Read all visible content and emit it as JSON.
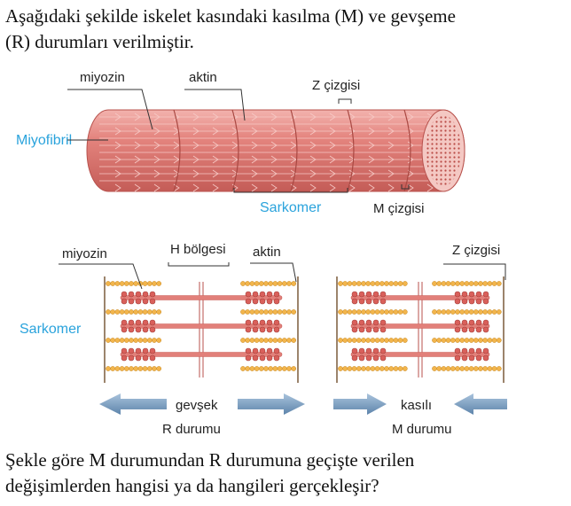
{
  "question": {
    "intro_line1": "Aşağıdaki şekilde iskelet kasındaki kasılma (M) ve gevşeme",
    "intro_line2": "(R) durumları verilmiştir.",
    "question_line1": "Şekle göre M durumundan R durumuna geçişte verilen",
    "question_line2": "değişimlerden hangisi ya da hangileri gerçekleşir?"
  },
  "myofibril_diagram": {
    "label_miyozin": "miyozin",
    "label_aktin": "aktin",
    "label_z_cizgisi": "Z çizgisi",
    "label_miyofibril": "Miyofibril",
    "label_sarkomer": "Sarkomer",
    "label_m_cizgisi": "M çizgisi"
  },
  "sarcomere_diagram": {
    "label_miyozin": "miyozin",
    "label_h_bolgesi": "H bölgesi",
    "label_aktin": "aktin",
    "label_z_cizgisi": "Z çizgisi",
    "label_sarkomer": "Sarkomer",
    "relaxed_arrow_label": "gevşek",
    "relaxed_caption": "R durumu",
    "contracted_arrow_label": "kasılı",
    "contracted_caption": "M durumu"
  },
  "colors": {
    "muscle": "#e2807a",
    "muscle_dark": "#c9605a",
    "actin_bead": "#f2b54c",
    "myosin_head": "#d9605b",
    "arrow": "#6f93b8",
    "accent_blue": "#2aa3dc"
  }
}
